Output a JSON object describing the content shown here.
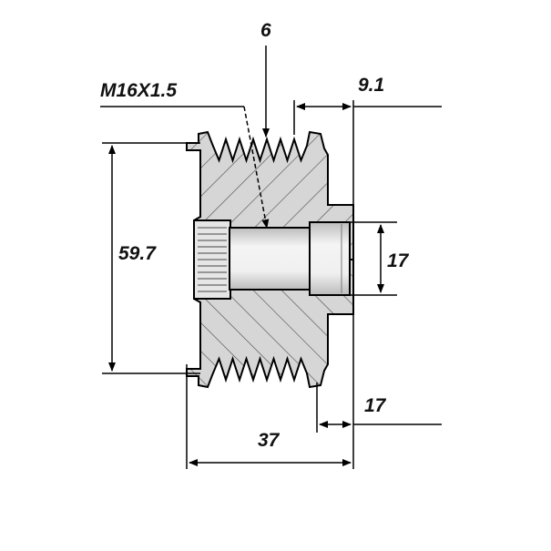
{
  "title": "Overrunning alternator pulley dimension drawing",
  "labels": {
    "grooves": "6",
    "thread": "M16X1.5",
    "flange_offset": "9.1",
    "outer_diameter": "59.7",
    "bore_diameter": "17",
    "hub_length": "17",
    "total_length": "37"
  },
  "colors": {
    "body_fill": "#d4d4d4",
    "hatch": "#555555",
    "line": "#000000"
  }
}
